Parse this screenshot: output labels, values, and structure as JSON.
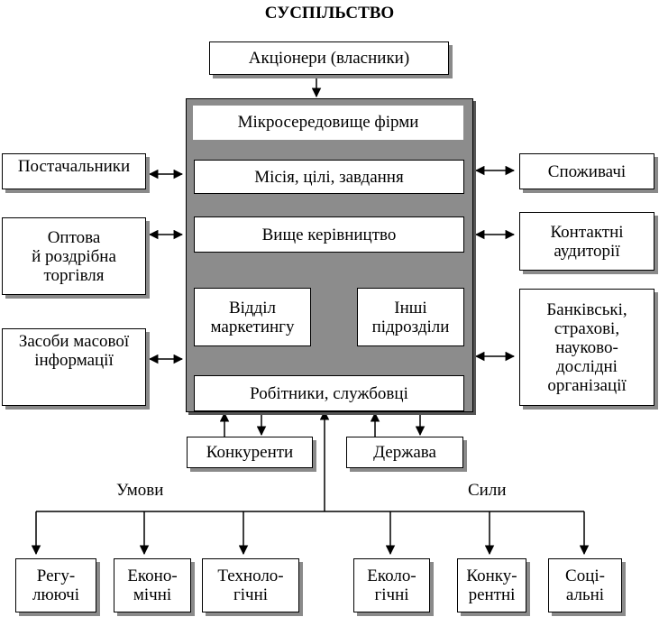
{
  "diagram": {
    "title": "СУСПІЛЬСТВО",
    "owners": "Акціонери (власники)",
    "firm": {
      "header": "Мікросередовище фірми",
      "mission": "Місія, цілі, завдання",
      "management": "Вище керівництво",
      "marketing": "Відділ\nмаркетингу",
      "other_units": "Інші\nпідрозділи",
      "workers": "Робітники, службовці"
    },
    "left": {
      "suppliers": "Постачальники",
      "trade": "Оптова\nй роздрібна\nторгівля",
      "media": "Засоби масової\nінформації"
    },
    "right": {
      "consumers": "Споживачі",
      "audiences": "Контактні\nаудиторії",
      "institutions": "Банківські,\nстрахові,\nнауково-\nдослідні\nорганізації"
    },
    "competitors": "Конкуренти",
    "state": "Держава",
    "conditions_label": "Умови",
    "forces_label": "Сили",
    "factors": {
      "regulatory": "Регу-\nлюючі",
      "economic": "Еконо-\nмічні",
      "technological": "Техноло-\nгічні",
      "ecological": "Еколо-\nгічні",
      "competitive": "Конку-\nрентні",
      "social": "Соці-\nальні"
    },
    "colors": {
      "panel": "#8c8c8c",
      "shadow": "#8a8a8a",
      "line": "#000000"
    }
  }
}
